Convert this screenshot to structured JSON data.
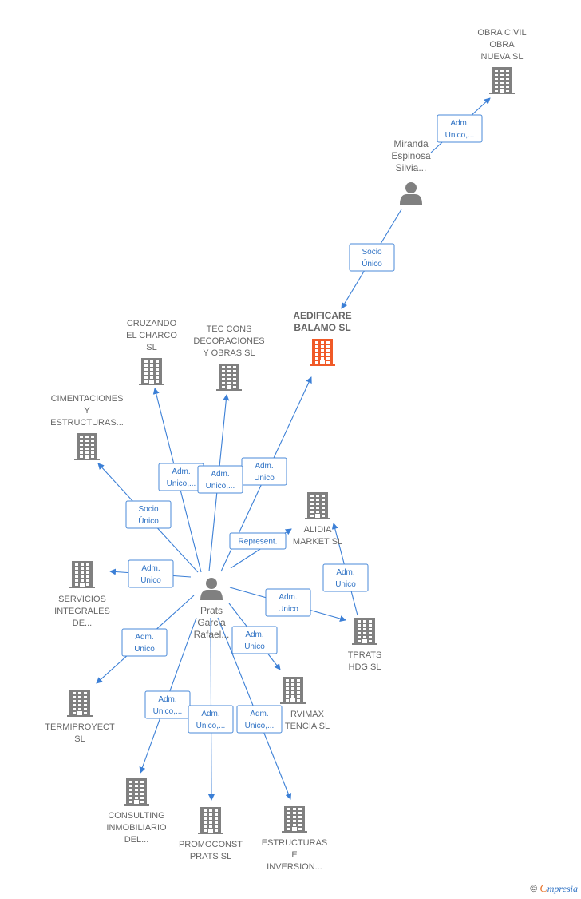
{
  "colors": {
    "edge": "#3b7fd6",
    "node": "#808080",
    "highlight": "#f05a28",
    "text": "#666666"
  },
  "nodes": [
    {
      "id": "obra",
      "type": "company",
      "icon": "building-icon",
      "lines": [
        "OBRA CIVIL",
        "OBRA",
        "NUEVA  SL"
      ]
    },
    {
      "id": "miranda",
      "type": "person",
      "icon": "person-icon",
      "lines": [
        "Miranda",
        "Espinosa",
        "Silvia..."
      ]
    },
    {
      "id": "aedificare",
      "type": "company",
      "icon": "building-icon",
      "highlight": true,
      "lines": [
        "AEDIFICARE",
        "BALAMO  SL"
      ]
    },
    {
      "id": "cruzando",
      "type": "company",
      "icon": "building-icon",
      "lines": [
        "CRUZANDO",
        "EL CHARCO",
        "SL"
      ]
    },
    {
      "id": "teccons",
      "type": "company",
      "icon": "building-icon",
      "lines": [
        "TEC CONS",
        "DECORACIONES",
        "Y OBRAS  SL"
      ]
    },
    {
      "id": "cimentaciones",
      "type": "company",
      "icon": "building-icon",
      "lines": [
        "CIMENTACIONES",
        "Y",
        "ESTRUCTURAS..."
      ]
    },
    {
      "id": "alidia",
      "type": "company",
      "icon": "building-icon",
      "lines": [
        "ALIDIA",
        "MARKET  SL"
      ]
    },
    {
      "id": "servicios",
      "type": "company",
      "icon": "building-icon",
      "lines": [
        "SERVICIOS",
        "INTEGRALES",
        "DE..."
      ]
    },
    {
      "id": "prats",
      "type": "person",
      "icon": "person-icon",
      "lines": [
        "Prats",
        "Garcia",
        "Rafael..."
      ]
    },
    {
      "id": "tprats",
      "type": "company",
      "icon": "building-icon",
      "lines": [
        "TPRATS",
        "HDG  SL"
      ]
    },
    {
      "id": "servimax",
      "type": "company",
      "icon": "building-icon",
      "lines": [
        "RVIMAX",
        "TENCIA SL"
      ]
    },
    {
      "id": "termiproyect",
      "type": "company",
      "icon": "building-icon",
      "lines": [
        "TERMIPROYECT",
        "SL"
      ]
    },
    {
      "id": "consulting",
      "type": "company",
      "icon": "building-icon",
      "lines": [
        "CONSULTING",
        "INMOBILIARIO",
        "DEL..."
      ]
    },
    {
      "id": "promoconst",
      "type": "company",
      "icon": "building-icon",
      "lines": [
        "PROMOCONST",
        "PRATS  SL"
      ]
    },
    {
      "id": "estructuras",
      "type": "company",
      "icon": "building-icon",
      "lines": [
        "ESTRUCTURAS",
        "E",
        "INVERSION..."
      ]
    }
  ],
  "edges": [
    {
      "from": "miranda",
      "to": "obra",
      "label": [
        "Adm.",
        "Unico,..."
      ]
    },
    {
      "from": "miranda",
      "to": "aedificare",
      "label": [
        "Socio",
        "Único"
      ]
    },
    {
      "from": "prats",
      "to": "aedificare",
      "label": [
        "Adm.",
        "Unico"
      ]
    },
    {
      "from": "prats",
      "to": "cruzando",
      "label": [
        "Adm.",
        "Unico,..."
      ]
    },
    {
      "from": "prats",
      "to": "teccons",
      "label": [
        "Adm.",
        "Unico,..."
      ]
    },
    {
      "from": "prats",
      "to": "cimentaciones",
      "label": [
        "Socio",
        "Único"
      ]
    },
    {
      "from": "prats",
      "to": "alidia",
      "label": [
        "Represent."
      ]
    },
    {
      "from": "prats",
      "to": "servicios",
      "label": [
        "Adm.",
        "Unico"
      ]
    },
    {
      "from": "prats",
      "to": "tprats",
      "label": [
        "Adm.",
        "Unico"
      ]
    },
    {
      "from": "tprats",
      "to": "alidia",
      "label": [
        "Adm.",
        "Unico"
      ]
    },
    {
      "from": "prats",
      "to": "servimax",
      "label": [
        "Adm.",
        "Unico"
      ]
    },
    {
      "from": "prats",
      "to": "termiproyect",
      "label": [
        "Adm.",
        "Unico"
      ]
    },
    {
      "from": "prats",
      "to": "consulting",
      "label": [
        "Adm.",
        "Unico,..."
      ]
    },
    {
      "from": "prats",
      "to": "promoconst",
      "label": [
        "Adm.",
        "Unico,..."
      ]
    },
    {
      "from": "prats",
      "to": "estructuras",
      "label": [
        "Adm.",
        "Unico,..."
      ]
    }
  ],
  "footer": {
    "copyright": "©",
    "brand_initial": "C",
    "brand_rest": "mpresia"
  }
}
